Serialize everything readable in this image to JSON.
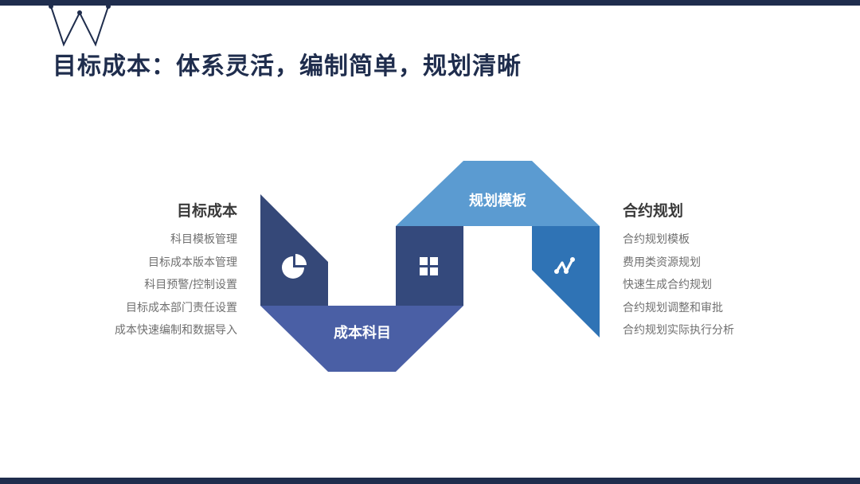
{
  "title": "目标成本：体系灵活，编制简单，规划清晰",
  "colors": {
    "dark_navy": "#1f2d4d",
    "left_panel": "#354878",
    "bottom_band": "#4a5fa5",
    "center_panel": "#34497c",
    "top_band": "#5b9bd1",
    "right_panel": "#2f73b5"
  },
  "diagram": {
    "nodes": [
      {
        "label": "成本科目",
        "icon": "pie-chart-icon"
      },
      {
        "label": "规划模板",
        "icon": "grid-squares-icon"
      },
      {
        "label": "",
        "icon": "line-trend-icon"
      }
    ]
  },
  "left": {
    "heading": "目标成本",
    "items": [
      "科目模板管理",
      "目标成本版本管理",
      "科目预警/控制设置",
      "目标成本部门责任设置",
      "成本快速编制和数据导入"
    ]
  },
  "right": {
    "heading": "合约规划",
    "items": [
      "合约规划模板",
      "费用类资源规划",
      "快速生成合约规划",
      "合约规划调整和审批",
      "合约规划实际执行分析"
    ]
  }
}
